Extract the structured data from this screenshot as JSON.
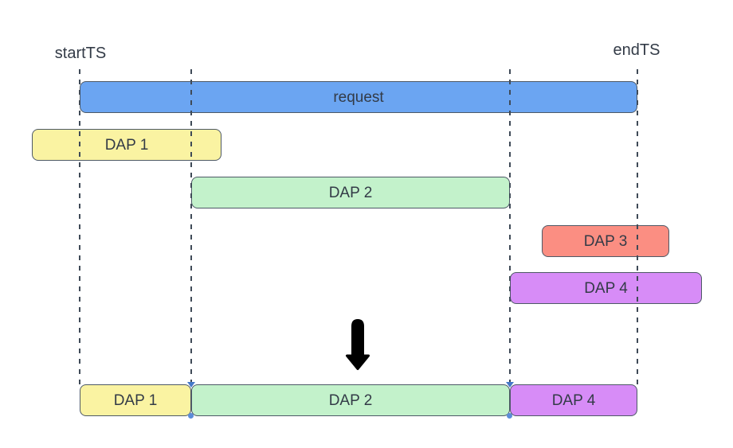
{
  "diagram": {
    "timestamps": {
      "start_label": "startTS",
      "end_label": "endTS"
    },
    "request_bar": {
      "label": "request"
    },
    "dap_bars": [
      {
        "id": "dap1",
        "label": "DAP 1"
      },
      {
        "id": "dap2",
        "label": "DAP 2"
      },
      {
        "id": "dap3",
        "label": "DAP 3"
      },
      {
        "id": "dap4",
        "label": "DAP 4"
      }
    ],
    "result_bars": [
      {
        "id": "dap1",
        "label": "DAP 1"
      },
      {
        "id": "dap2",
        "label": "DAP 2"
      },
      {
        "id": "dap4",
        "label": "DAP 4"
      }
    ],
    "colors": {
      "request_fill": "#6BA5F2",
      "dap1_fill": "#FAF3A2",
      "dap2_fill": "#C3F2CB",
      "dap3_fill": "#FB8E82",
      "dap4_fill": "#D78CF7",
      "shape_border": "#4D5966",
      "text": "#333B47",
      "guide_line": "#3F4A57",
      "junction_marker": "#4578C8",
      "arrow": "#000000"
    }
  }
}
